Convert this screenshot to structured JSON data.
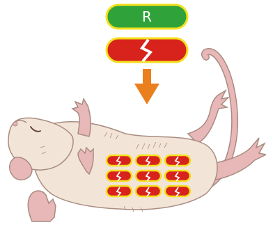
{
  "diagram": {
    "receptor_label": "R",
    "colors": {
      "healthy_receptor": "#2fa33a",
      "broken_receptor": "#d8231c",
      "outline": "#f4e01d",
      "arrow": "#ea7f1d",
      "fur": "#f3e4d8",
      "skin_pink": "#e8b7b8",
      "fur_outline": "#a88c80"
    },
    "icons": {
      "healthy": "healthy-receptor-pill",
      "broken": "broken-receptor-pill",
      "arrow": "down-arrow-icon",
      "animal": "rat-illustration",
      "tissue": "broken-receptor-cluster"
    },
    "tissue_receptor_count": 9
  }
}
